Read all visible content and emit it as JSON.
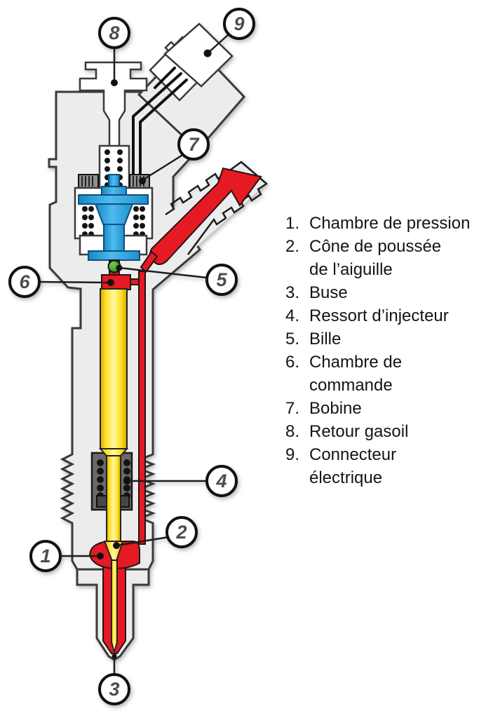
{
  "figure": {
    "kind": "cutaway-diagram",
    "subject_visible_text_only": true
  },
  "callouts": {
    "labels": [
      "1",
      "2",
      "3",
      "4",
      "5",
      "6",
      "7",
      "8",
      "9"
    ]
  },
  "legend": {
    "items": [
      {
        "num": "1.",
        "line1": "Chambre de pression",
        "line2": ""
      },
      {
        "num": "2.",
        "line1": "Cône de poussée",
        "line2": "de l’aiguille"
      },
      {
        "num": "3.",
        "line1": "Buse",
        "line2": ""
      },
      {
        "num": "4.",
        "line1": "Ressort d’injecteur",
        "line2": ""
      },
      {
        "num": "5.",
        "line1": "Bille",
        "line2": ""
      },
      {
        "num": "6.",
        "line1": "Chambre de",
        "line2": "commande"
      },
      {
        "num": "7.",
        "line1": "Bobine",
        "line2": ""
      },
      {
        "num": "8.",
        "line1": "Retour gasoil",
        "line2": ""
      },
      {
        "num": "9.",
        "line1": "Connecteur",
        "line2": "électrique"
      }
    ]
  },
  "colors": {
    "body_gray": "#ececec",
    "outline": "#3a3a3a",
    "high_pressure_fuel_red": "#e51a23",
    "needle_yellow": "#ffe01f",
    "valve_blue": "#2aa3e2",
    "ball_green": "#2f9e41",
    "coil_gray": "#8f8f8f",
    "spring_black": "#141414"
  }
}
